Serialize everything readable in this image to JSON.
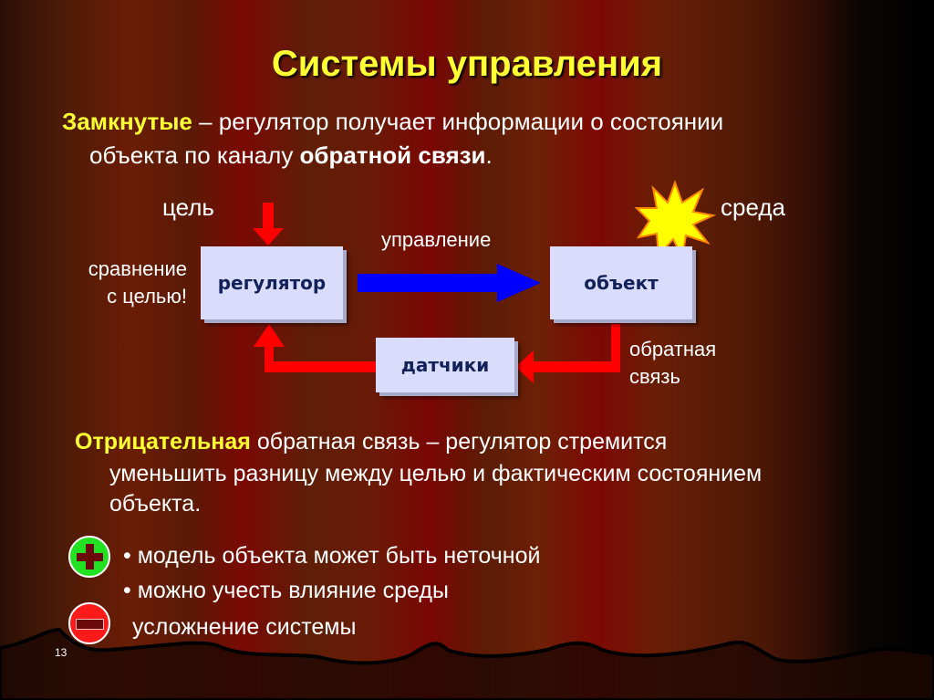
{
  "title": "Системы управления",
  "closed": {
    "term": "Замкнутые",
    "line1_rest": " – регулятор получает информации о состоянии",
    "line2_pre": "объекта по каналу ",
    "line2_bold": "обратной связи",
    "line2_post": "."
  },
  "diagram": {
    "goal": "цель",
    "environment": "среда",
    "control": "управление",
    "compare": [
      "сравнение",
      "с целью!"
    ],
    "regulator": "регулятор",
    "object": "объект",
    "sensors": "датчики",
    "feedback": [
      "обратная",
      "связь"
    ]
  },
  "negative": {
    "term": "Отрицательная",
    "line1_rest": " обратная связь – регулятор стремится",
    "line2": "уменьшить разницу между целью и фактическим состоянием",
    "line3": "объекта."
  },
  "pros": [
    "• модель объекта может быть неточной",
    "• можно учесть влияние среды"
  ],
  "cons": [
    "усложнение системы"
  ],
  "slide_number": "13",
  "colors": {
    "title": "#ffff33",
    "box": "#d9dcfa",
    "arrow_red": "#ff0000",
    "arrow_blue": "#0000ff"
  }
}
